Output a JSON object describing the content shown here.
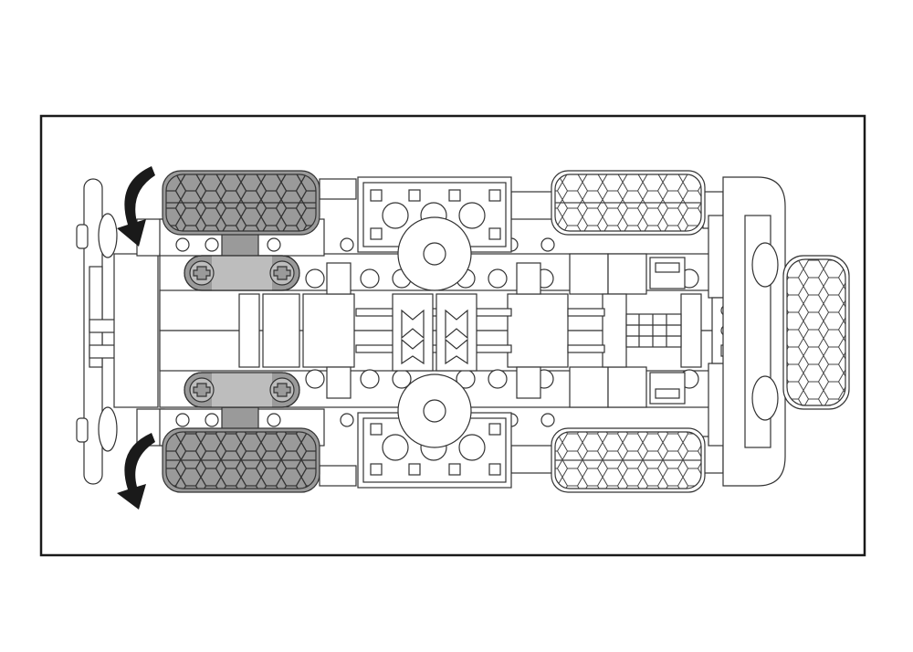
{
  "diagram": {
    "description_text": "",
    "colors": {
      "background": "#ffffff",
      "frame": "#1a1a1a",
      "outline": "#333333",
      "fill": "#ffffff",
      "highlight_fill": "#9a9a9a",
      "highlight_light": "#bdbdbd",
      "arrow": "#1a1a1a"
    },
    "icons": {
      "rotate_arrows": "curved-arrow-icon",
      "tires": "tire-tread-icon",
      "links": "technic-link-icon"
    },
    "highlighted_parts": [
      "front-left-wheel",
      "front-right-wheel",
      "steering-link-top",
      "steering-link-bottom"
    ],
    "rotation_direction": "downward"
  }
}
